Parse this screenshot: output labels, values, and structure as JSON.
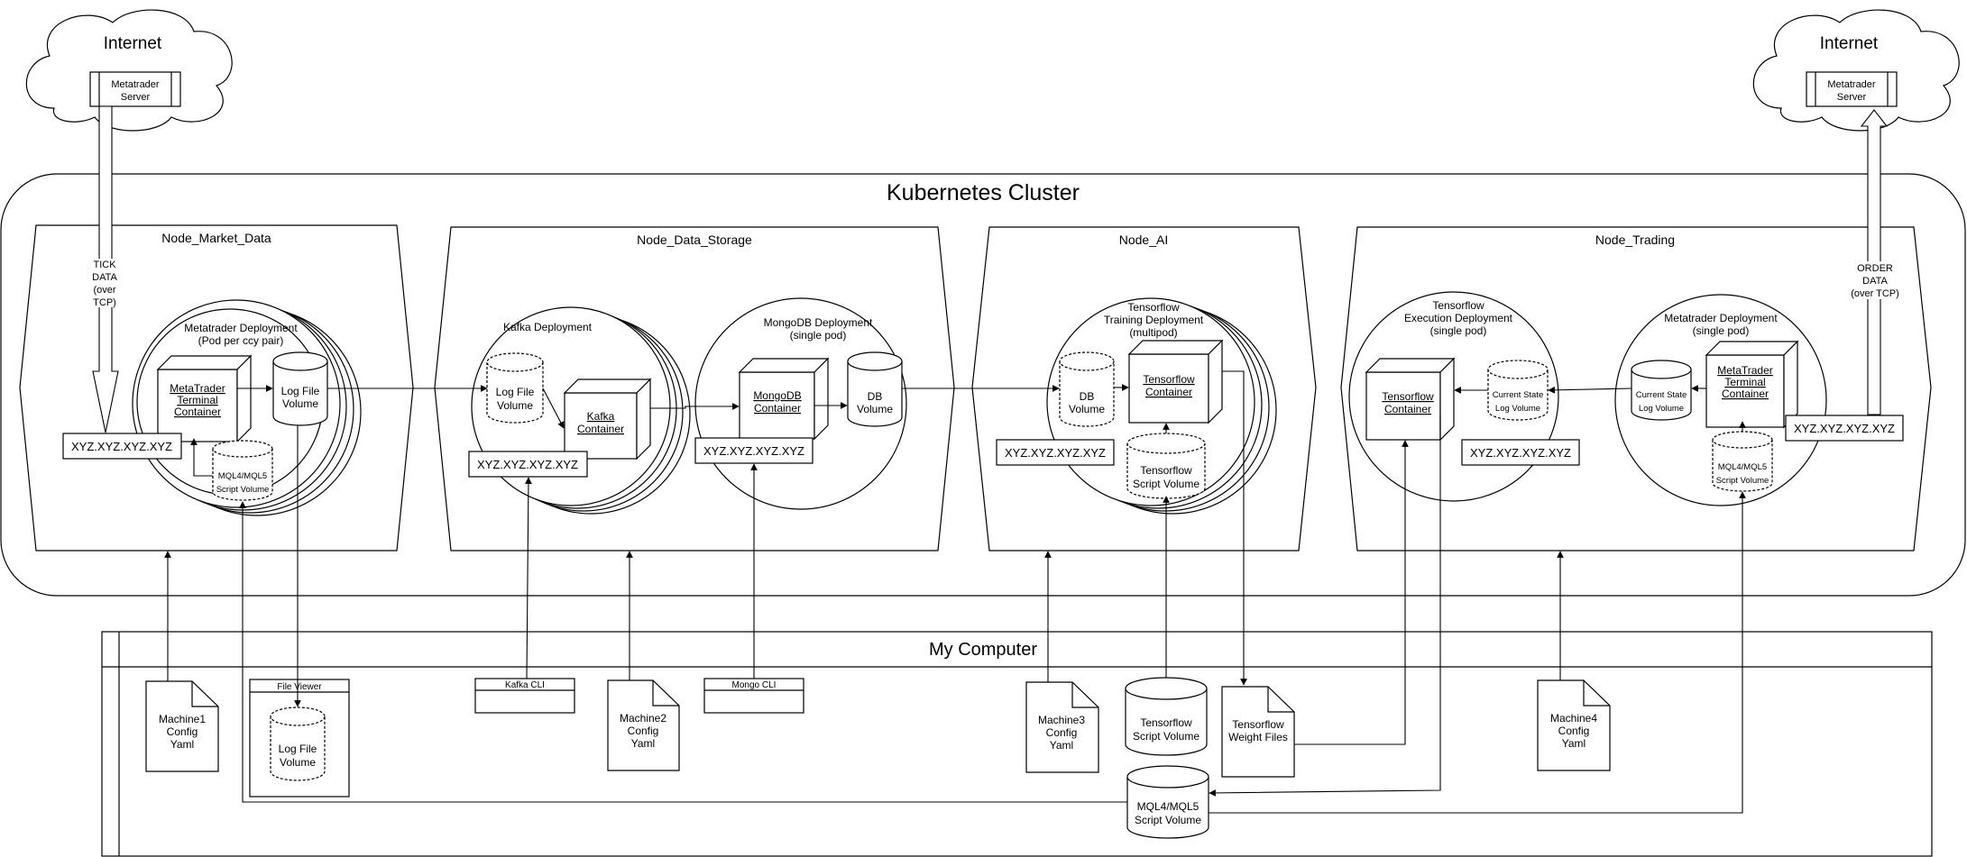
{
  "internet_left": {
    "label": "Internet",
    "server": [
      "Metatrader",
      "Server"
    ]
  },
  "internet_right": {
    "label": "Internet",
    "server": [
      "Metatrader",
      "Server"
    ]
  },
  "tick_data": [
    "TICK",
    "DATA",
    "(over",
    "TCP)"
  ],
  "order_data": [
    "ORDER",
    "DATA",
    "(over TCP)"
  ],
  "cluster": {
    "title": "Kubernetes Cluster"
  },
  "nodes": {
    "market": "Node_Market_Data",
    "storage": "Node_Data_Storage",
    "ai": "Node_AI",
    "trading": "Node_Trading"
  },
  "deployments": {
    "metatrader_market": [
      "Metatrader Deployment",
      "(Pod per ccy pair)"
    ],
    "kafka": [
      "Kafka Deployment"
    ],
    "mongodb": [
      "MongoDB Deployment",
      "(single pod)"
    ],
    "tf_training": [
      "Tensorflow",
      "Training Deployment",
      "(multipod)"
    ],
    "tf_execution": [
      "Tensorflow",
      "Execution Deployment",
      "(single pod)"
    ],
    "metatrader_trading": [
      "Metatrader Deployment",
      "(single pod)"
    ]
  },
  "containers": {
    "mt_terminal_1": [
      "MetaTrader",
      "Terminal",
      "Container"
    ],
    "kafka": [
      "Kafka",
      "Container"
    ],
    "mongodb": [
      "MongoDB",
      "Container"
    ],
    "tf_training": [
      "Tensorflow",
      "Container"
    ],
    "tf_execution": [
      "Tensorflow",
      "Container"
    ],
    "mt_terminal_2": [
      "MetaTrader",
      "Terminal",
      "Container"
    ]
  },
  "volumes": {
    "log_file_1": [
      "Log File",
      "Volume"
    ],
    "mql_script_1": [
      "MQL4/MQL5",
      "Script Volume"
    ],
    "kafka_log": [
      "Log File",
      "Volume"
    ],
    "db": [
      "DB",
      "Volume"
    ],
    "ai_db": [
      "DB",
      "Volume"
    ],
    "tf_script": [
      "Tensorflow",
      "Script Volume"
    ],
    "current_state_1": [
      "Current State",
      "Log Volume"
    ],
    "current_state_2": [
      "Current State",
      "Log Volume"
    ],
    "mql_script_2": [
      "MQL4/MQL5",
      "Script Volume"
    ]
  },
  "ip": "XYZ.XYZ.XYZ.XYZ",
  "my_computer": {
    "title": "My Computer",
    "file_viewer": "File Viewer",
    "fv_volume": [
      "Log File",
      "Volume"
    ],
    "kafka_cli": "Kafka CLI",
    "mongo_cli": "Mongo CLI",
    "machine1": [
      "Machine1",
      "Config",
      "Yaml"
    ],
    "machine2": [
      "Machine2",
      "Config",
      "Yaml"
    ],
    "machine3": [
      "Machine3",
      "Config",
      "Yaml"
    ],
    "machine4": [
      "Machine4",
      "Config",
      "Yaml"
    ],
    "tf_script": [
      "Tensorflow",
      "Script Volume"
    ],
    "tf_weights": [
      "Tensorflow",
      "Weight Files"
    ],
    "mql_script": [
      "MQL4/MQL5",
      "Script Volume"
    ]
  }
}
